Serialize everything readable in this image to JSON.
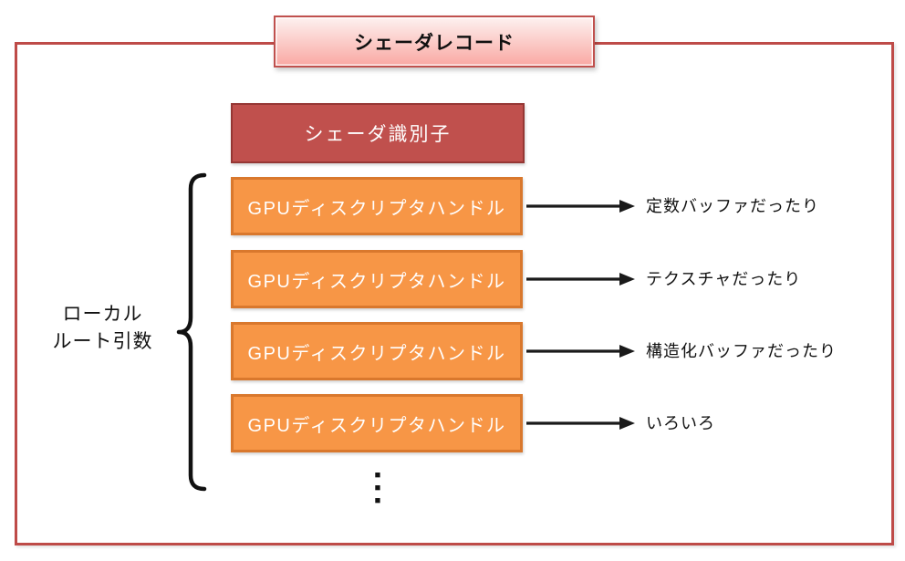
{
  "diagram": {
    "title": "シェーダレコード",
    "shader_identifier": "シェーダ識別子",
    "handles": [
      {
        "label": "GPUディスクリプタハンドル",
        "annotation": "定数バッファだったり"
      },
      {
        "label": "GPUディスクリプタハンドル",
        "annotation": "テクスチャだったり"
      },
      {
        "label": "GPUディスクリプタハンドル",
        "annotation": "構造化バッファだったり"
      },
      {
        "label": "GPUディスクリプタハンドル",
        "annotation": "いろいろ"
      }
    ],
    "brace_label_line1": "ローカル",
    "brace_label_line2": "ルート引数",
    "ellipsis_dot": "■",
    "colors": {
      "outer_border": "#BE4B48",
      "title_border": "#C0504D",
      "title_gradient_top": "#FDF1F0",
      "title_gradient_bottom": "#F9A8A3",
      "identifier_fill": "#C0504D",
      "identifier_border": "#953734",
      "handle_fill": "#F79646",
      "handle_border": "#D9782D",
      "arrow": "#1A1A1A"
    }
  }
}
